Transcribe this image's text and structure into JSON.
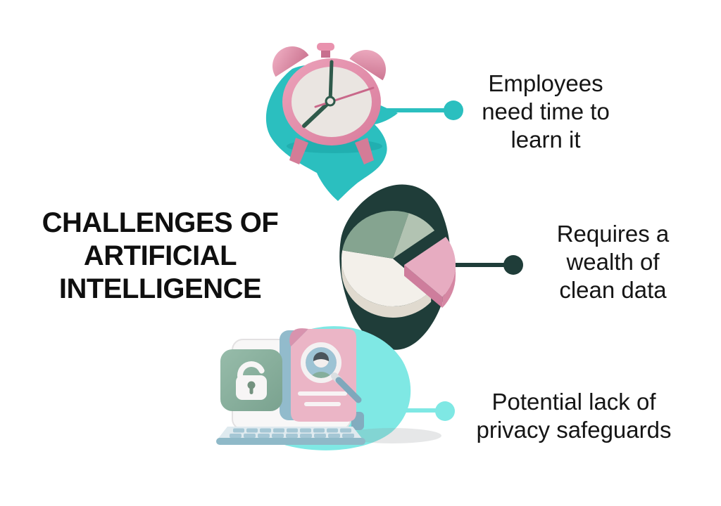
{
  "title": "CHALLENGES OF\nARTIFICIAL\nINTELLIGENCE",
  "items": [
    {
      "id": "learning-time",
      "label": "Employees\nneed time to\nlearn it",
      "icon": "alarm-clock-3d-icon",
      "accent_color": "#2bbfbf"
    },
    {
      "id": "clean-data",
      "label": "Requires a\nwealth of\nclean data",
      "icon": "pie-chart-3d-icon",
      "accent_color": "#1f3d39"
    },
    {
      "id": "privacy-safeguards",
      "label": "Potential lack of\nprivacy safeguards",
      "icon": "laptop-privacy-3d-icon",
      "accent_color": "#7fe8e4"
    }
  ],
  "colors": {
    "background": "#ffffff",
    "title_text": "#0f0f0f",
    "body_text": "#151515",
    "teal": "#2bbfbf",
    "dark_teal": "#1f3d39",
    "light_cyan": "#7fe8e4",
    "pink": "#e18ca6",
    "sage_green": "#85a490",
    "light_sage": "#b2c3b2",
    "cream": "#f3f0ea",
    "steel_blue": "#8fb9c8"
  }
}
